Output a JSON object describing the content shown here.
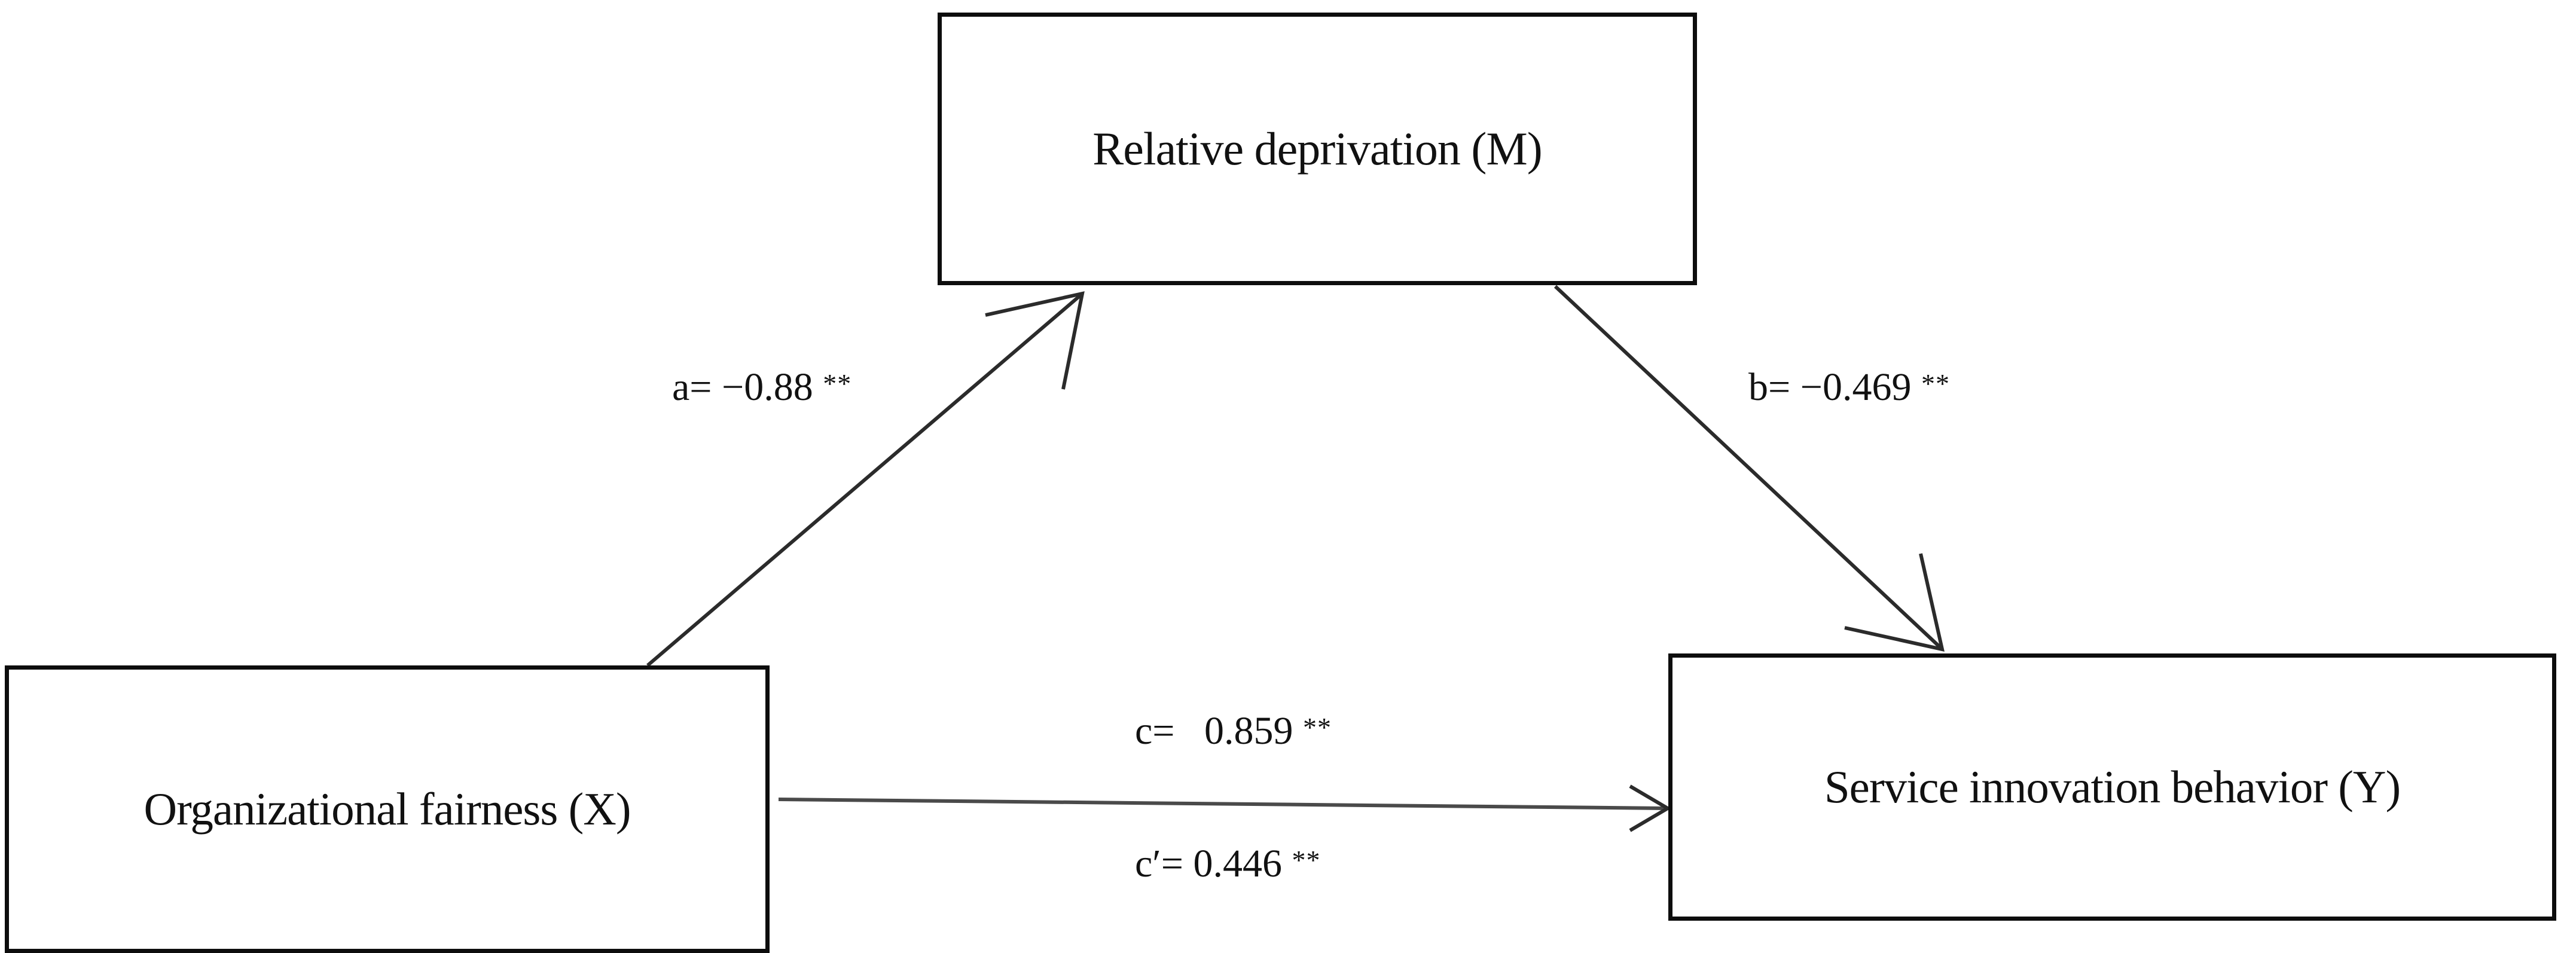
{
  "diagram": {
    "type": "mediation-path-model",
    "background_color": "#ffffff",
    "line_color": "#2b2b2b",
    "box_border_color": "#0d0d0d",
    "text_color": "#111111",
    "nodes": [
      {
        "id": "M",
        "label": "Relative deprivation (M)",
        "role": "mediator"
      },
      {
        "id": "X",
        "label": "Organizational fairness (X)",
        "role": "independent"
      },
      {
        "id": "Y",
        "label": "Service innovation behavior (Y)",
        "role": "dependent"
      }
    ],
    "paths": [
      {
        "id": "a",
        "from": "X",
        "to": "M",
        "coefficient_name": "a=",
        "value": "−0.88",
        "significance": "**",
        "full_label": "a= −0.88 **"
      },
      {
        "id": "b",
        "from": "M",
        "to": "Y",
        "coefficient_name": "b=",
        "value": "−0.469",
        "significance": "**",
        "full_label": "b= −0.469 **"
      },
      {
        "id": "c",
        "from": "X",
        "to": "Y",
        "coefficient_name": "c=",
        "value": "0.859",
        "significance": "**",
        "full_label": "c=   0.859 **"
      },
      {
        "id": "c-prime",
        "from": "X",
        "to": "Y",
        "coefficient_name": "c′=",
        "value": "0.446",
        "significance": "**",
        "full_label": "c′= 0.446 **"
      }
    ],
    "labels": {
      "a_name": "a=",
      "a_value": " −0.88 ",
      "a_stars": "**",
      "b_name": "b=",
      "b_value": " −0.469 ",
      "b_stars": "**",
      "c_name": "c=",
      "c_value": "   0.859 ",
      "c_stars": "**",
      "cp_name": "c′=",
      "cp_value": " 0.446 ",
      "cp_stars": "**"
    },
    "node_labels": {
      "m": "Relative deprivation (M)",
      "x": "Organizational fairness (X)",
      "y": "Service innovation behavior (Y)"
    }
  }
}
